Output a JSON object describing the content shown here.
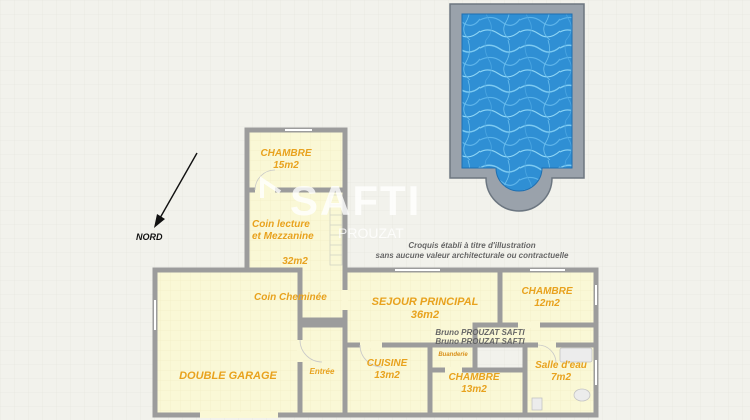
{
  "compass": {
    "label": "NORD"
  },
  "watermark": {
    "brand": "SAFTI",
    "agent": "PROUZAT"
  },
  "disclaimer": {
    "line1": "Croquis établi à titre d'illustration",
    "line2": "sans aucune valeur architecturale  ou contractuelle"
  },
  "credits": [
    "Bruno PROUZAT SAFTI",
    "Bruno PROUZAT SAFTI"
  ],
  "rooms": {
    "chambre_top": {
      "name": "CHAMBRE",
      "area": "15m2"
    },
    "mezzanine": {
      "name1": "Coin lecture",
      "name2": "et Mezzanine",
      "area": "32m2",
      "extra": "Coin Cheminée"
    },
    "sejour": {
      "name": "SEJOUR PRINCIPAL",
      "area": "36m2"
    },
    "chambre_right": {
      "name": "CHAMBRE",
      "area": "12m2"
    },
    "garage": {
      "name": "DOUBLE GARAGE"
    },
    "entree": {
      "name": "Entrée"
    },
    "cuisine": {
      "name": "CUISINE",
      "area": "13m2"
    },
    "buanderie": {
      "name": "Buanderie"
    },
    "chambre_bottom": {
      "name": "CHAMBRE",
      "area": "13m2"
    },
    "salle_eau": {
      "name": "Salle d'eau",
      "area": "7m2"
    }
  }
}
